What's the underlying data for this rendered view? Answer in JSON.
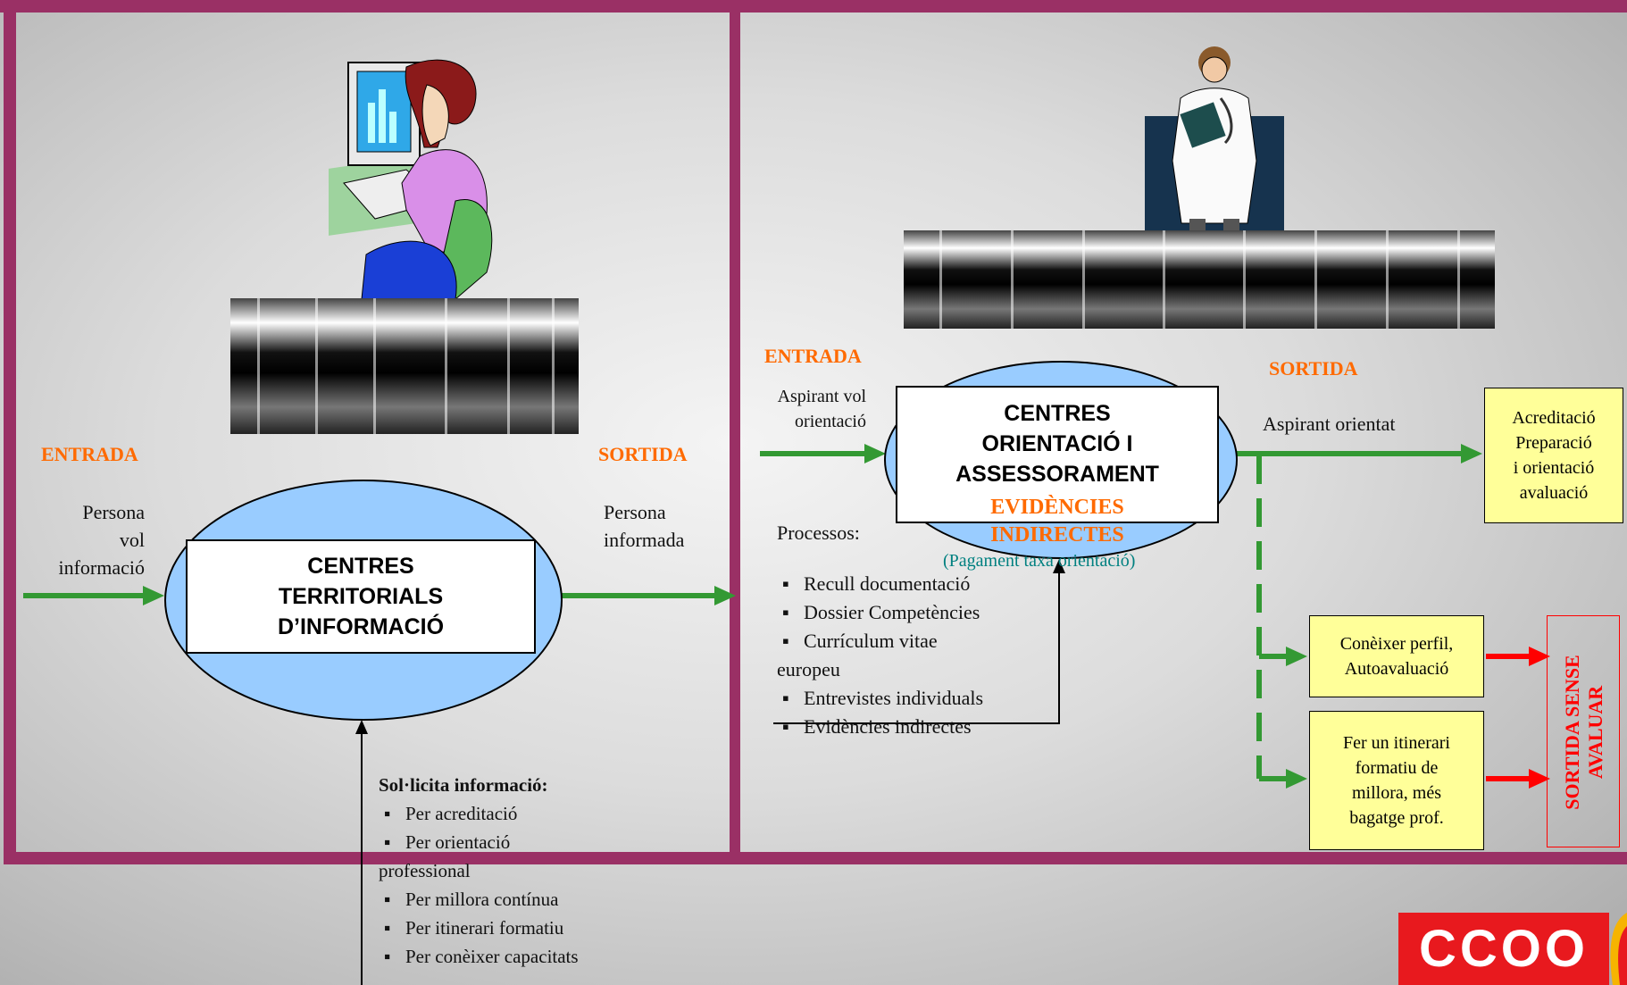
{
  "left": {
    "entrada_label": "ENTRADA",
    "sortida_label": "SORTIDA",
    "input_text": [
      "Persona",
      "vol",
      "informació"
    ],
    "output_text": [
      "Persona",
      "informada"
    ],
    "center_lines": [
      "CENTRES",
      "TERRITORIALS",
      "D’INFORMACIÓ"
    ],
    "request_title": "Sol·licita informació:",
    "request_items": [
      "Per acreditació",
      "Per orientació",
      "Per millora contínua",
      "Per itinerari formatiu",
      "Per conèixer capacitats"
    ],
    "request_item2_cont": "professional"
  },
  "right": {
    "entrada_label": "ENTRADA",
    "sortida_label": "SORTIDA",
    "input_text": [
      "Aspirant  vol",
      "orientació"
    ],
    "output_text": "Aspirant orientat",
    "center_lines": [
      "CENTRES",
      "ORIENTACIÓ I",
      "ASSESSORAMENT"
    ],
    "evidence_lines": [
      "EVIDÈNCIES",
      "INDIRECTES"
    ],
    "fee_note": "(Pagament taxa orientació)",
    "processes_title": "Processos:",
    "process_items": [
      "Recull documentació",
      "Dossier Competències",
      "Currículum vitae",
      "Entrevistes individuals",
      "Evidències indirectes"
    ],
    "process_item3_cont": "europeu",
    "result_box": [
      "Acreditació",
      "Preparació",
      "i orientació",
      "avaluació"
    ],
    "branch_box_1": [
      "Conèixer perfil,",
      "Autoavaluació"
    ],
    "branch_box_2": [
      "Fer un itinerari",
      "formatiu de",
      "millora, més",
      "bagatge prof."
    ],
    "exit_box": "SORTIDA SENSE AVALUAR"
  },
  "logo_text": "CCOO",
  "colors": {
    "border": "#9a3065",
    "orange": "#ff6a00",
    "green": "#339933",
    "red": "#ff0000",
    "ellipse": "#99ccff",
    "yellow": "#ffff99",
    "teal": "#008080",
    "logo_red": "#e8191e"
  }
}
